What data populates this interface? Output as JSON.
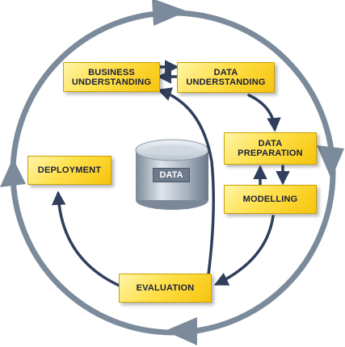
{
  "phases": {
    "business_understanding": "BUSINESS\nUNDERSTANDING",
    "data_understanding": "DATA\nUNDERSTANDING",
    "data_preparation": "DATA\nPREPARATION",
    "modelling": "MODELLING",
    "deployment": "DEPLOYMENT",
    "evaluation": "EVALUATION"
  },
  "data_store": {
    "label": "DATA"
  },
  "colors": {
    "cycle_ring": "#7c8b9b",
    "arrows": "#2f3f5c",
    "box_fill": "#ffe04a"
  }
}
